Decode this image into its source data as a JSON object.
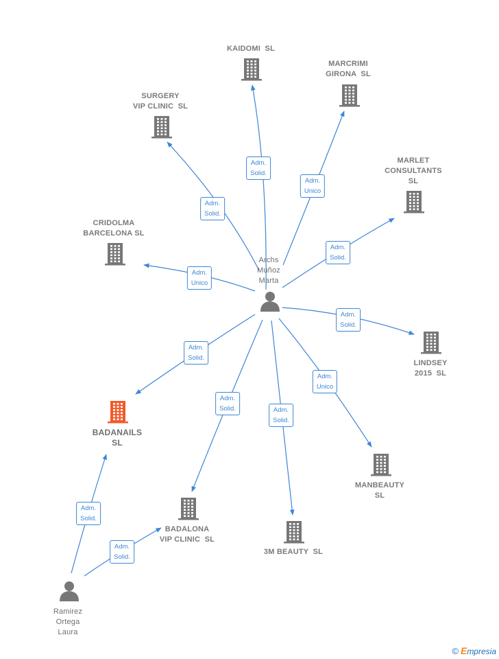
{
  "colors": {
    "edge": "#3d85d6",
    "node": "#777777",
    "highlight": "#f15a2b"
  },
  "center": {
    "name": "Archs\nMuñoz\nMarta"
  },
  "companies": [
    {
      "id": "kaidomi",
      "name": "KAIDOMI  SL",
      "icon": "building-icon"
    },
    {
      "id": "marcrimi",
      "name": "MARCRIMI\nGIRONA  SL",
      "icon": "building-icon"
    },
    {
      "id": "surgery",
      "name": "SURGERY\nVIP CLINIC  SL",
      "icon": "building-icon"
    },
    {
      "id": "marlet",
      "name": "MARLET\nCONSULTANTS\nSL",
      "icon": "building-icon"
    },
    {
      "id": "cridolma",
      "name": "CRIDOLMA\nBARCELONA SL",
      "icon": "building-icon"
    },
    {
      "id": "lindsey",
      "name": "LINDSEY\n2015  SL",
      "icon": "building-icon"
    },
    {
      "id": "badanails",
      "name": "BADANAILS\nSL",
      "icon": "building-icon",
      "highlight": true
    },
    {
      "id": "manbeauty",
      "name": "MANBEAUTY\nSL",
      "icon": "building-icon"
    },
    {
      "id": "badalona",
      "name": "BADALONA\nVIP CLINIC  SL",
      "icon": "building-icon"
    },
    {
      "id": "beauty3m",
      "name": "3M BEAUTY  SL",
      "icon": "building-icon"
    }
  ],
  "people": [
    {
      "id": "archs",
      "name": "Archs\nMuñoz\nMarta",
      "icon": "person-icon"
    },
    {
      "id": "ramirez",
      "name": "Ramirez\nOrtega\nLaura",
      "icon": "person-icon"
    }
  ],
  "relations": [
    {
      "from": "archs",
      "to": "kaidomi",
      "label": "Adm.\nSolid."
    },
    {
      "from": "archs",
      "to": "marcrimi",
      "label": "Adm.\nUnico"
    },
    {
      "from": "archs",
      "to": "surgery",
      "label": "Adm.\nSolid."
    },
    {
      "from": "archs",
      "to": "marlet",
      "label": "Adm.\nSolid."
    },
    {
      "from": "archs",
      "to": "cridolma",
      "label": "Adm.\nUnico"
    },
    {
      "from": "archs",
      "to": "lindsey",
      "label": "Adm.\nSolid."
    },
    {
      "from": "archs",
      "to": "badanails",
      "label": "Adm.\nSolid."
    },
    {
      "from": "archs",
      "to": "manbeauty",
      "label": "Adm.\nUnico"
    },
    {
      "from": "archs",
      "to": "badalona",
      "label": "Adm.\nSolid."
    },
    {
      "from": "archs",
      "to": "beauty3m",
      "label": "Adm.\nSolid."
    },
    {
      "from": "ramirez",
      "to": "badanails",
      "label": "Adm.\nSolid."
    },
    {
      "from": "ramirez",
      "to": "badalona",
      "label": "Adm.\nSolid."
    }
  ],
  "footer": {
    "copyright": "©",
    "brand_initial": "E",
    "brand_rest": "mpresia"
  }
}
